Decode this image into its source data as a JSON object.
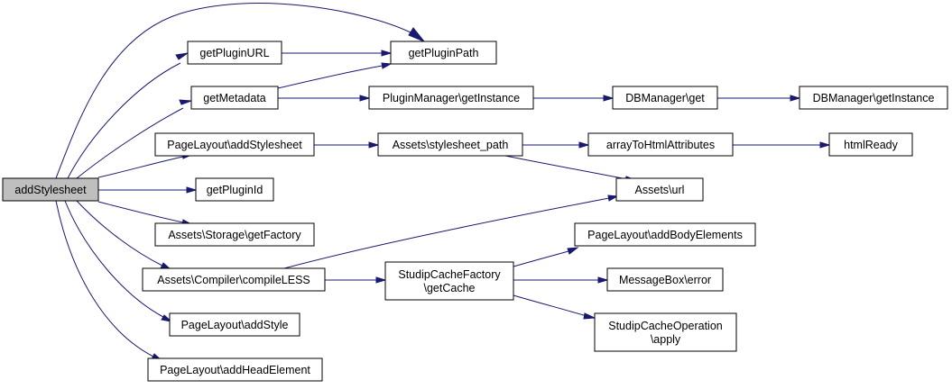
{
  "graph": {
    "colors": {
      "edge": "#191970",
      "root_fill": "#bfbfbf",
      "node_fill": "#ffffff",
      "node_border": "#000000"
    },
    "nodes": [
      {
        "id": "addStylesheet",
        "lines": [
          "addStylesheet"
        ],
        "root": true
      },
      {
        "id": "getPluginURL",
        "lines": [
          "getPluginURL"
        ]
      },
      {
        "id": "getPluginPath",
        "lines": [
          "getPluginPath"
        ]
      },
      {
        "id": "getMetadata",
        "lines": [
          "getMetadata"
        ]
      },
      {
        "id": "PluginManager_getInstance",
        "lines": [
          "PluginManager\\getInstance"
        ]
      },
      {
        "id": "DBManager_get",
        "lines": [
          "DBManager\\get"
        ]
      },
      {
        "id": "DBManager_getInstance",
        "lines": [
          "DBManager\\getInstance"
        ]
      },
      {
        "id": "PageLayout_addStylesheet",
        "lines": [
          "PageLayout\\addStylesheet"
        ]
      },
      {
        "id": "Assets_stylesheet_path",
        "lines": [
          "Assets\\stylesheet_path"
        ]
      },
      {
        "id": "arrayToHtmlAttributes",
        "lines": [
          "arrayToHtmlAttributes"
        ]
      },
      {
        "id": "htmlReady",
        "lines": [
          "htmlReady"
        ]
      },
      {
        "id": "getPluginId",
        "lines": [
          "getPluginId"
        ]
      },
      {
        "id": "Assets_url",
        "lines": [
          "Assets\\url"
        ]
      },
      {
        "id": "Assets_Storage_getFactory",
        "lines": [
          "Assets\\Storage\\getFactory"
        ]
      },
      {
        "id": "PageLayout_addBodyElements",
        "lines": [
          "PageLayout\\addBodyElements"
        ]
      },
      {
        "id": "Assets_Compiler_compileLESS",
        "lines": [
          "Assets\\Compiler\\compileLESS"
        ]
      },
      {
        "id": "StudipCacheFactory_getCache",
        "lines": [
          "StudipCacheFactory",
          "\\getCache"
        ]
      },
      {
        "id": "MessageBox_error",
        "lines": [
          "MessageBox\\error"
        ]
      },
      {
        "id": "StudipCacheOperation_apply",
        "lines": [
          "StudipCacheOperation",
          "\\apply"
        ]
      },
      {
        "id": "PageLayout_addStyle",
        "lines": [
          "PageLayout\\addStyle"
        ]
      },
      {
        "id": "PageLayout_addHeadElement",
        "lines": [
          "PageLayout\\addHeadElement"
        ]
      }
    ],
    "edges": [
      {
        "from": "addStylesheet",
        "to": "getPluginPath"
      },
      {
        "from": "addStylesheet",
        "to": "getPluginURL"
      },
      {
        "from": "addStylesheet",
        "to": "getMetadata"
      },
      {
        "from": "addStylesheet",
        "to": "PageLayout_addStylesheet"
      },
      {
        "from": "addStylesheet",
        "to": "getPluginId"
      },
      {
        "from": "addStylesheet",
        "to": "Assets_Storage_getFactory"
      },
      {
        "from": "addStylesheet",
        "to": "Assets_Compiler_compileLESS"
      },
      {
        "from": "addStylesheet",
        "to": "PageLayout_addStyle"
      },
      {
        "from": "addStylesheet",
        "to": "PageLayout_addHeadElement"
      },
      {
        "from": "getPluginURL",
        "to": "getPluginPath"
      },
      {
        "from": "getMetadata",
        "to": "getPluginPath"
      },
      {
        "from": "getMetadata",
        "to": "PluginManager_getInstance"
      },
      {
        "from": "PluginManager_getInstance",
        "to": "DBManager_get"
      },
      {
        "from": "DBManager_get",
        "to": "DBManager_getInstance"
      },
      {
        "from": "PageLayout_addStylesheet",
        "to": "Assets_stylesheet_path"
      },
      {
        "from": "Assets_stylesheet_path",
        "to": "arrayToHtmlAttributes"
      },
      {
        "from": "Assets_stylesheet_path",
        "to": "Assets_url"
      },
      {
        "from": "arrayToHtmlAttributes",
        "to": "htmlReady"
      },
      {
        "from": "Assets_Compiler_compileLESS",
        "to": "Assets_url"
      },
      {
        "from": "Assets_Compiler_compileLESS",
        "to": "StudipCacheFactory_getCache"
      },
      {
        "from": "StudipCacheFactory_getCache",
        "to": "PageLayout_addBodyElements"
      },
      {
        "from": "StudipCacheFactory_getCache",
        "to": "MessageBox_error"
      },
      {
        "from": "StudipCacheFactory_getCache",
        "to": "StudipCacheOperation_apply"
      }
    ]
  }
}
